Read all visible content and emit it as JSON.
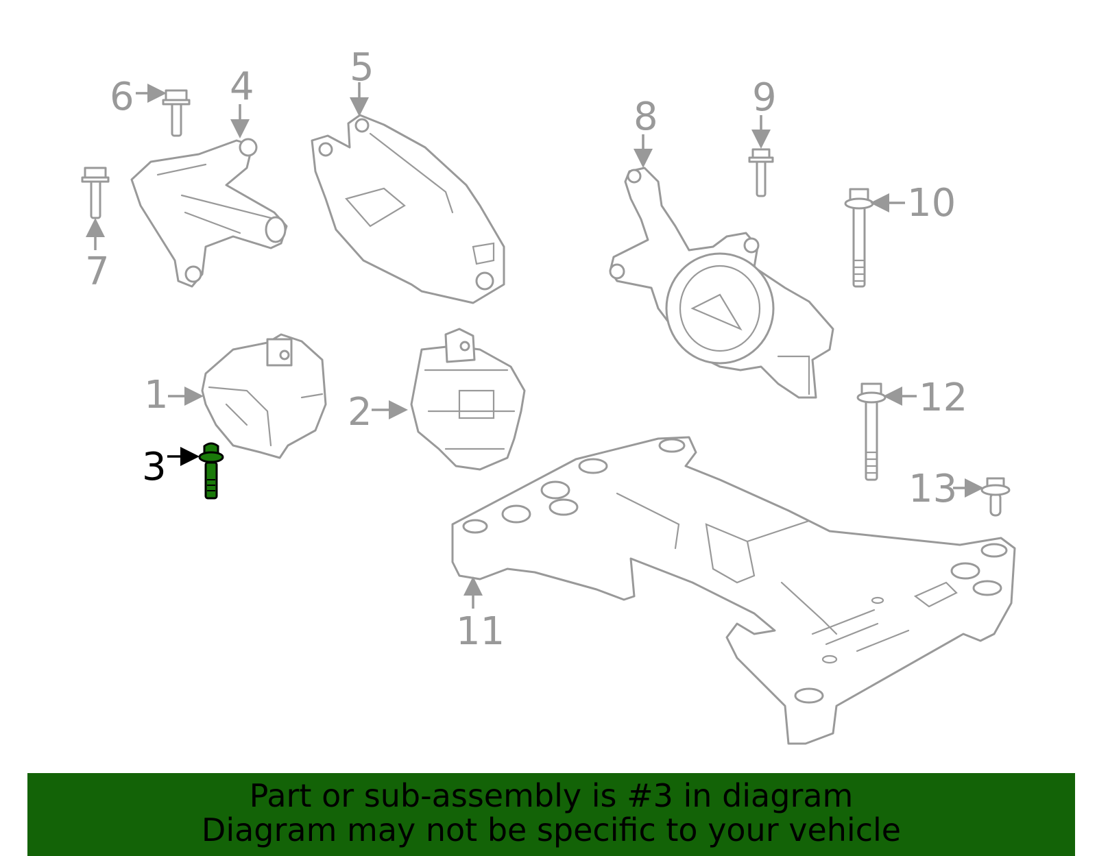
{
  "diagram": {
    "labels": {
      "l1": "1",
      "l2": "2",
      "l3": "3",
      "l4": "4",
      "l5": "5",
      "l6": "6",
      "l7": "7",
      "l8": "8",
      "l9": "9",
      "l10": "10",
      "l11": "11",
      "l12": "12",
      "l13": "13"
    },
    "highlighted_part": "3",
    "colors": {
      "outline": "#999999",
      "highlight_fill": "#1a7a0a",
      "highlight_label": "#000000",
      "banner": "#136307"
    }
  },
  "banner": {
    "line1": "Part or sub-assembly is #3 in diagram",
    "line2": "Diagram may not be specific to your vehicle"
  }
}
